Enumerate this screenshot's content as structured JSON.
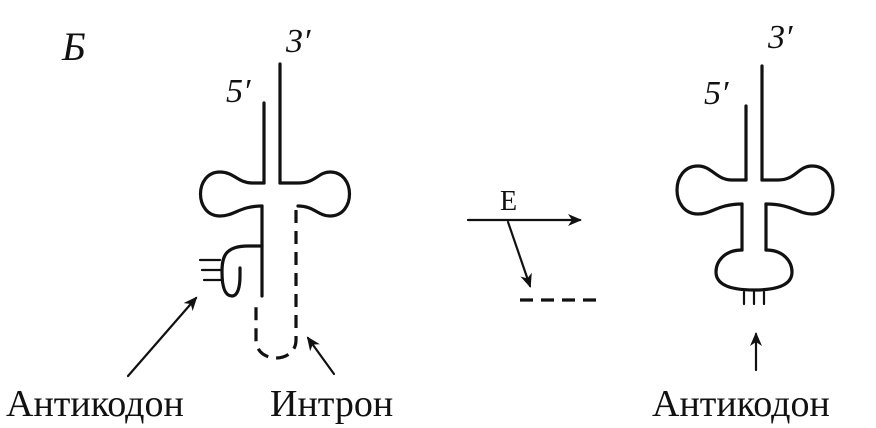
{
  "panel_label": "Б",
  "left_molecule": {
    "five_prime": "5′",
    "three_prime": "3′",
    "anticodon_label": "Антикодон",
    "intron_label": "Интрон"
  },
  "enzyme_label": "E",
  "right_molecule": {
    "five_prime": "5′",
    "three_prime": "3′",
    "anticodon_label": "Антикодон"
  }
}
